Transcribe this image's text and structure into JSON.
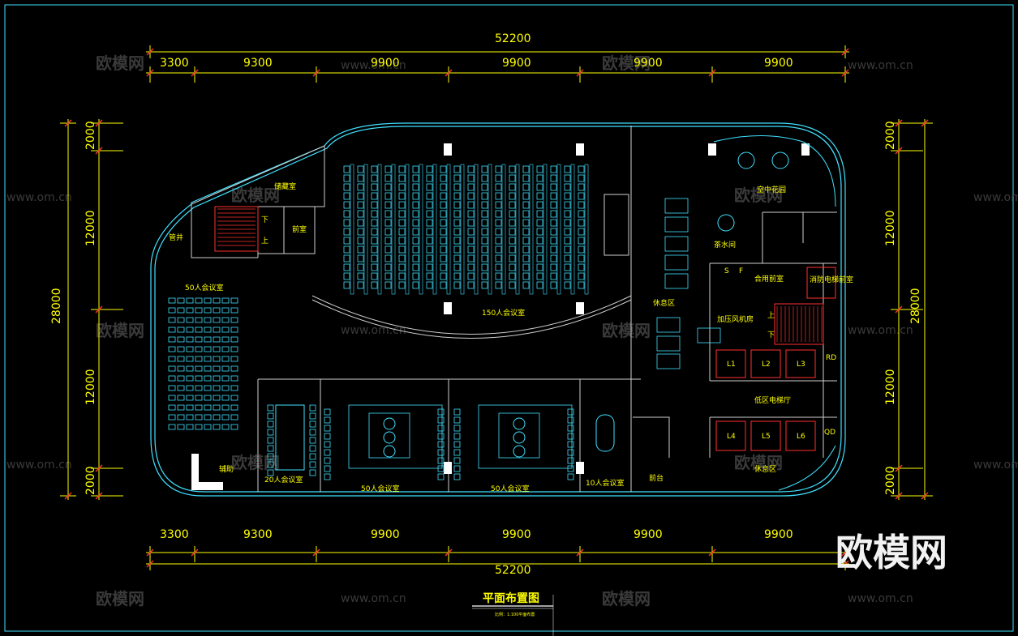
{
  "watermark": {
    "brand": "欧模网",
    "url": "www.om.cn"
  },
  "logo": "欧模网",
  "title": "平面布置图",
  "scale_note": "比例：1:100平面布置",
  "dimensions": {
    "total_top": "52200",
    "total_bottom": "52200",
    "top_segments": [
      "3300",
      "9300",
      "9900",
      "9900",
      "9900",
      "9900"
    ],
    "bottom_segments": [
      "3300",
      "9300",
      "9900",
      "9900",
      "9900",
      "9900"
    ],
    "left_total": "28000",
    "right_total": "28000",
    "left_segments": [
      "2000",
      "12000",
      "12000",
      "2000"
    ],
    "right_segments": [
      "2000",
      "12000",
      "12000",
      "2000"
    ]
  },
  "rooms": {
    "storage": "储藏室",
    "antechamber": "前室",
    "shaft": "管井",
    "stair_down": "下",
    "stair_up": "上",
    "meeting50_left": "50人会议室",
    "meeting150": "150人会议室",
    "lounge_mid": "休息区",
    "sky_garden": "空中花园",
    "tea_room": "茶水间",
    "shared_antechamber": "合用前室",
    "fire_elevator": "消防电梯前室",
    "smoke_room": "加压风机房",
    "low_elevator_hall": "低区电梯厅",
    "lounge_right": "休息区",
    "assist": "辅助",
    "meeting20": "20人会议室",
    "meeting50_a": "50人会议室",
    "meeting50_b": "50人会议室",
    "meeting10": "10人会议室",
    "reception": "前台",
    "elev": [
      "L1",
      "L2",
      "L3",
      "L4",
      "L5",
      "L6"
    ],
    "rd": "RD",
    "qd": "QD",
    "s": "S",
    "f": "F"
  },
  "colors": {
    "cyan": "#40e0ff",
    "wall": "#cfcfcf",
    "yellow": "#ffff00",
    "red": "#ff3030"
  }
}
